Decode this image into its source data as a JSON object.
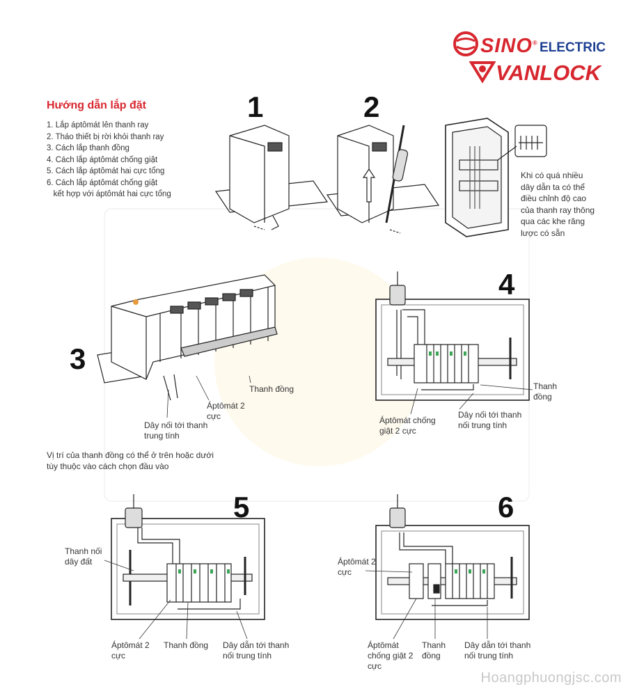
{
  "brand": {
    "sino": "SINO",
    "registered": "®",
    "electric": "ELECTRIC",
    "vanlock": "VANLOCK"
  },
  "guide": {
    "title": "Hướng dẫn lắp đặt",
    "steps": [
      "1. Lắp áptômát lên thanh ray",
      "2. Tháo thiết bị rời khỏi thanh ray",
      "3. Cách lắp thanh đồng",
      "4. Cách lắp áptômát chống giật",
      "5. Cách lắp áptômát hai cực tổng",
      "6. Cách lắp áptômát chống giật",
      "   kết hợp với áptômát hai cực tổng"
    ]
  },
  "figures": {
    "n1": "1",
    "n2": "2",
    "n3": "3",
    "n4": "4",
    "n5": "5",
    "n6": "6"
  },
  "fig2_note": "Khi có quá nhiều dây dẫn ta có thể điều chỉnh độ cao của thanh ray thông qua các khe răng lược có sẵn",
  "fig3": {
    "busbar": "Thanh đồng",
    "breaker2p": "Áptômát 2 cực",
    "neutral_wire": "Dây nối tới thanh trung tính",
    "note": "Vị trí của thanh đồng có thể ở trên hoặc dưới tùy thuộc vào cách chọn đầu vào"
  },
  "fig4": {
    "busbar": "Thanh đồng",
    "rcbo": "Áptômát chống giật 2 cực",
    "neutral_wire": "Dây nối tới thanh nối trung tính"
  },
  "fig5": {
    "ground_bar": "Thanh nối dây đất",
    "breaker2p": "Áptômát 2 cực",
    "busbar": "Thanh đồng",
    "neutral_wire": "Dây dẫn tới thanh nối trung tính"
  },
  "fig6": {
    "breaker2p": "Áptômát 2 cực",
    "rcbo": "Áptômát chống giật 2 cực",
    "busbar": "Thanh đồng",
    "neutral_wire": "Dây dẫn tới thanh nối trung tính"
  },
  "watermark": "Hoangphuongjsc.com",
  "colors": {
    "red": "#d7262e",
    "blue": "#1d3f91",
    "green": "#3aa655"
  }
}
